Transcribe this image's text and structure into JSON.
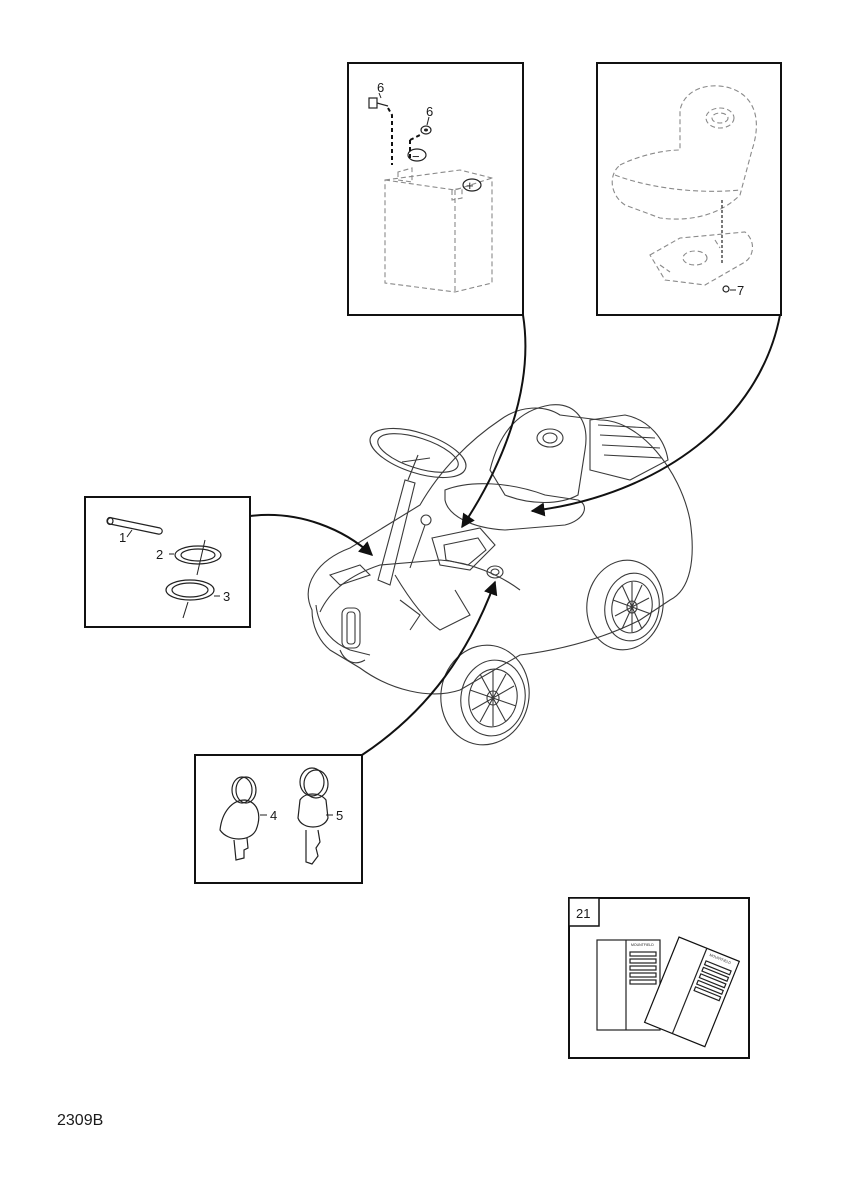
{
  "callouts": {
    "c1": "1",
    "c2": "2",
    "c3": "3",
    "c4": "4",
    "c5": "5",
    "c6a": "6",
    "c6b": "6",
    "c7": "7",
    "c21": "21"
  },
  "battery": {
    "minus": "−",
    "plus": "+"
  },
  "manual": {
    "brand": "MOUNTFIELD"
  },
  "drawing_code": "2309B",
  "colors": {
    "line": "#111111",
    "ghost": "#8a8a8a",
    "background": "#ffffff"
  }
}
